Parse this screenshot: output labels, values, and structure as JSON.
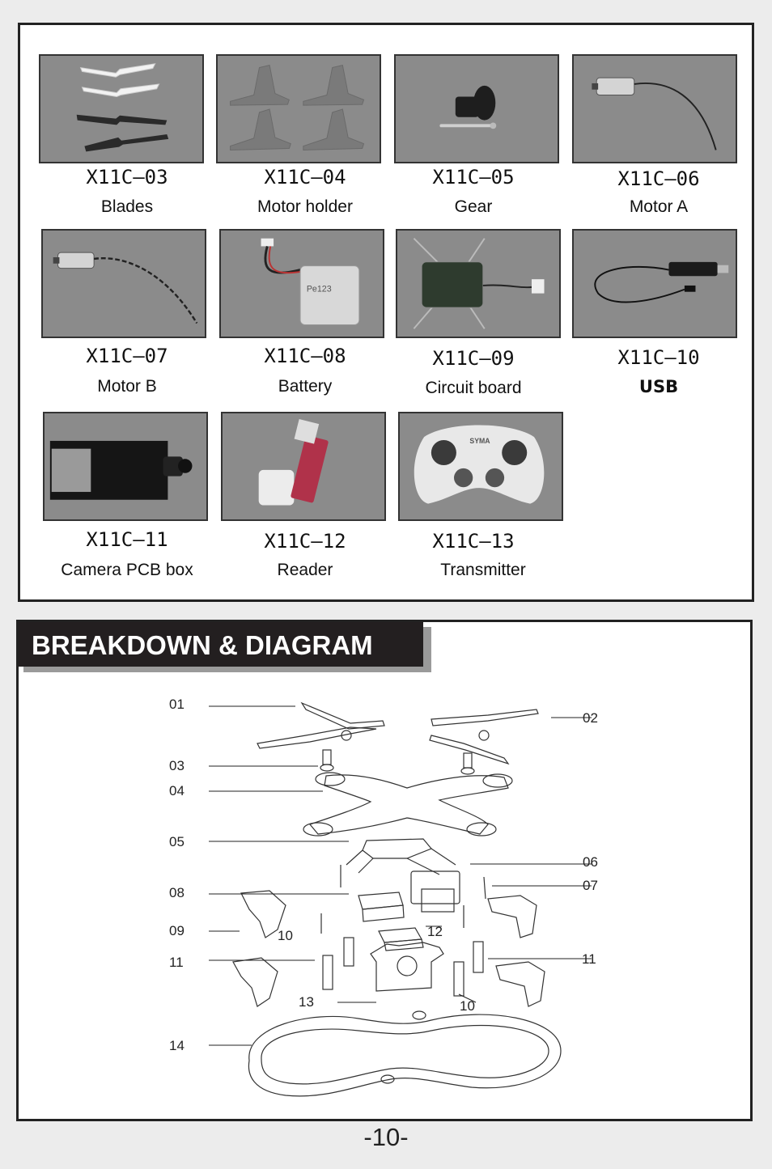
{
  "parts": [
    {
      "code": "X11C–03",
      "name": "Blades"
    },
    {
      "code": "X11C–04",
      "name": "Motor holder"
    },
    {
      "code": "X11C–05",
      "name": "Gear"
    },
    {
      "code": "X11C–06",
      "name": "Motor A"
    },
    {
      "code": "X11C–07",
      "name": "Motor B"
    },
    {
      "code": "X11C–08",
      "name": "Battery"
    },
    {
      "code": "X11C–09",
      "name": "Circuit board"
    },
    {
      "code": "X11C–10",
      "name": "USB"
    },
    {
      "code": "X11C–11",
      "name": "Camera PCB box"
    },
    {
      "code": "X11C–12",
      "name": "Reader"
    },
    {
      "code": "X11C–13",
      "name": "Transmitter"
    }
  ],
  "photo_text": {
    "battery_label": "Pe123",
    "transmitter_brand": "SYMA"
  },
  "section": {
    "title": "BREAKDOWN & DIAGRAM"
  },
  "callouts": {
    "c01": "01",
    "c02": "02",
    "c03": "03",
    "c04": "04",
    "c05": "05",
    "c06": "06",
    "c07": "07",
    "c08": "08",
    "c09": "09",
    "c10a": "10",
    "c10b": "10",
    "c11a": "11",
    "c11b": "11",
    "c12": "12",
    "c13": "13",
    "c14": "14"
  },
  "page": {
    "number": "-10-"
  }
}
